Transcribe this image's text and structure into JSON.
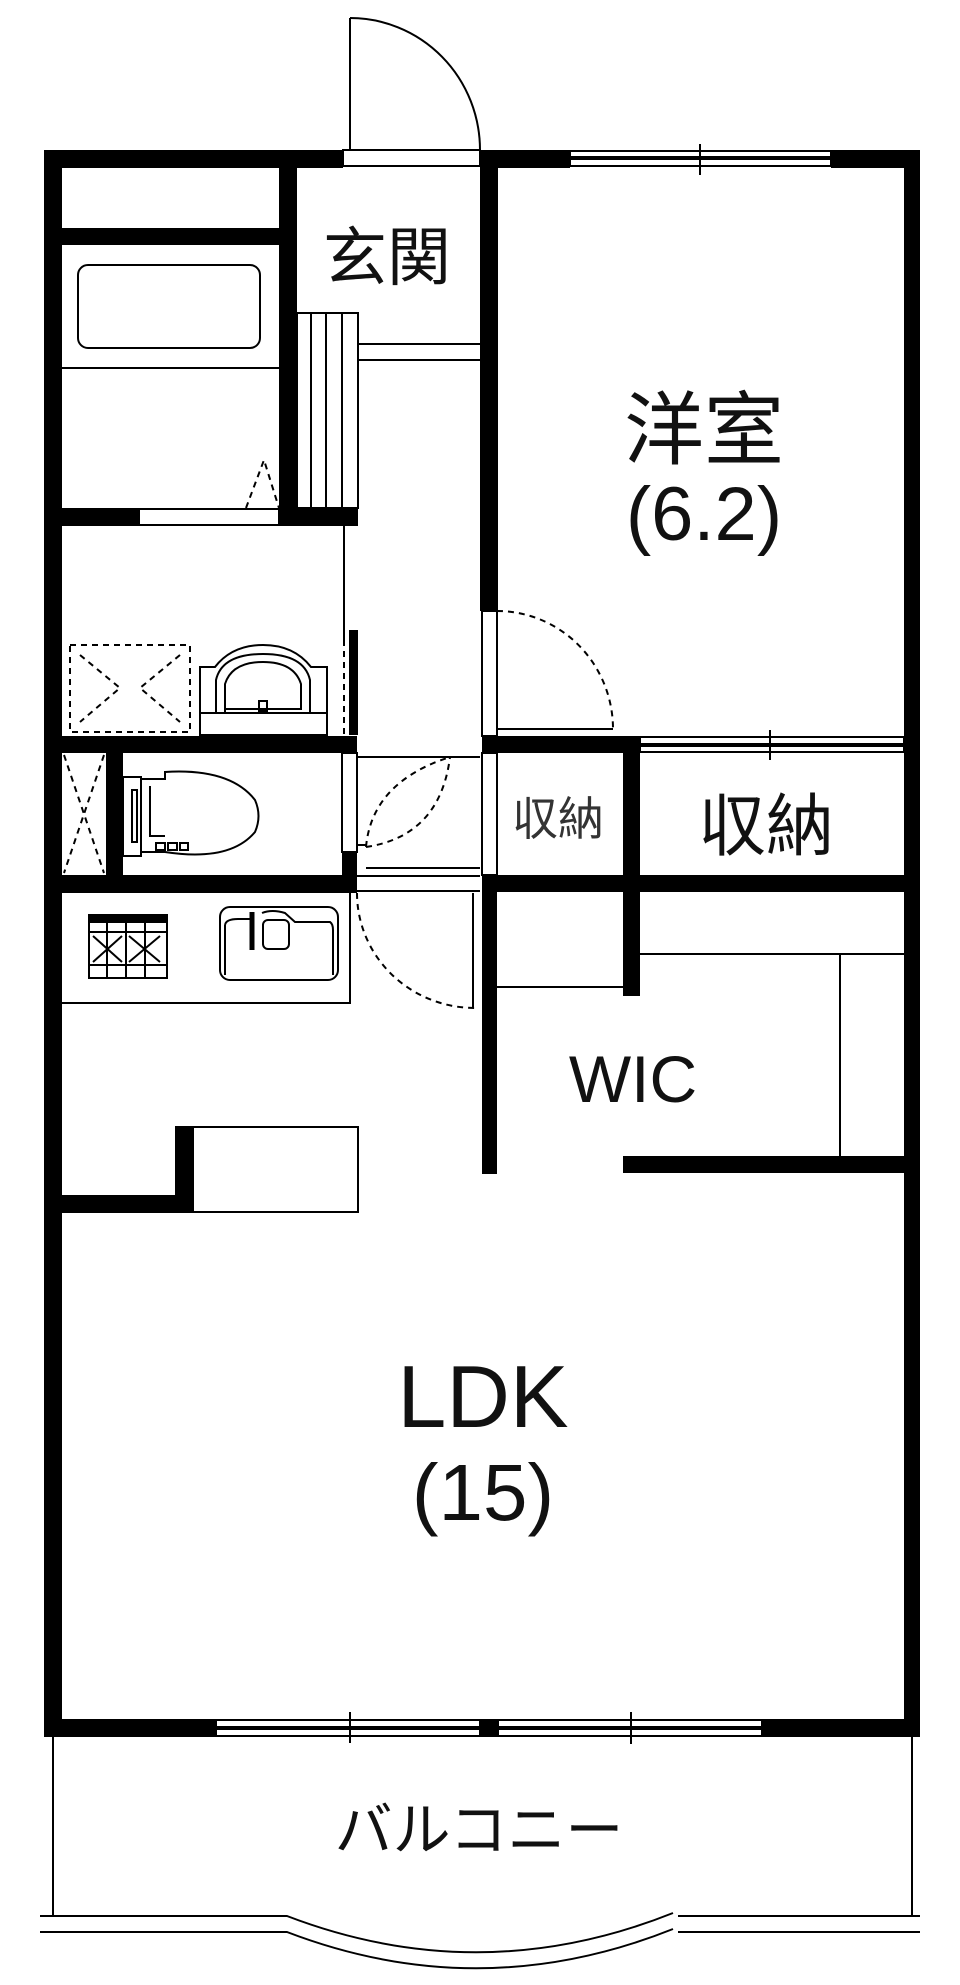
{
  "plan": {
    "type": "apartment floor plan",
    "layout": "1LDK + WIC",
    "colors": {
      "wall": "#000000",
      "background": "#ffffff",
      "text": "#111111"
    }
  },
  "rooms": {
    "entrance": {
      "label": "玄関"
    },
    "western_room": {
      "label": "洋室",
      "size": "(6.2)"
    },
    "storage_small": {
      "label": "収納"
    },
    "storage_large": {
      "label": "収納"
    },
    "wic": {
      "label": "WIC"
    },
    "ldk": {
      "label": "LDK",
      "size": "(15)"
    },
    "balcony": {
      "label": "バルコニー"
    }
  },
  "fixtures": [
    {
      "name": "bathtub"
    },
    {
      "name": "washing-machine-space"
    },
    {
      "name": "washbasin"
    },
    {
      "name": "toilet"
    },
    {
      "name": "gas-stove"
    },
    {
      "name": "kitchen-sink"
    },
    {
      "name": "shoe-cabinet"
    },
    {
      "name": "counter"
    }
  ]
}
